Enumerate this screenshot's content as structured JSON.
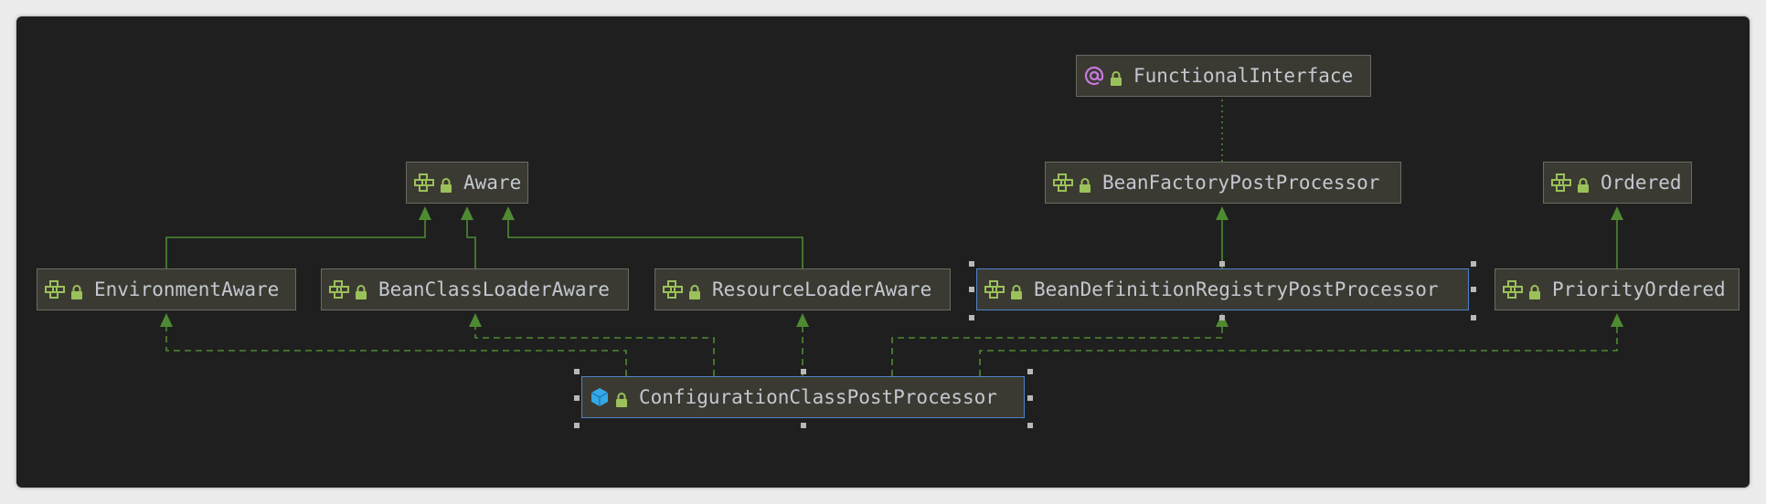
{
  "colors": {
    "background": "#1f1f1f",
    "node_fill": "#3b3a32",
    "node_border": "#6a6a62",
    "selected_border": "#4f82c9",
    "text": "#c3c8d0",
    "edge": "#4e8a32",
    "interface_icon": "#9bc15a",
    "annotation_icon": "#c679dd",
    "class_icon": "#35a8e8",
    "lock_icon": "#9bc15a"
  },
  "nodes": {
    "functional_interface": {
      "label": "FunctionalInterface",
      "kind": "annotation-icon"
    },
    "aware": {
      "label": "Aware",
      "kind": "interface-icon"
    },
    "bean_factory_post_processor": {
      "label": "BeanFactoryPostProcessor",
      "kind": "interface-icon"
    },
    "ordered": {
      "label": "Ordered",
      "kind": "interface-icon"
    },
    "environment_aware": {
      "label": "EnvironmentAware",
      "kind": "interface-icon"
    },
    "bean_class_loader_aware": {
      "label": "BeanClassLoaderAware",
      "kind": "interface-icon"
    },
    "resource_loader_aware": {
      "label": "ResourceLoaderAware",
      "kind": "interface-icon"
    },
    "bean_definition_registry_post_processor": {
      "label": "BeanDefinitionRegistryPostProcessor",
      "kind": "interface-icon",
      "selected": true
    },
    "priority_ordered": {
      "label": "PriorityOrdered",
      "kind": "interface-icon"
    },
    "configuration_class_post_processor": {
      "label": "ConfigurationClassPostProcessor",
      "kind": "class-icon",
      "selected": true
    }
  },
  "relations": [
    {
      "from": "environment_aware",
      "to": "aware",
      "type": "extends"
    },
    {
      "from": "bean_class_loader_aware",
      "to": "aware",
      "type": "extends"
    },
    {
      "from": "resource_loader_aware",
      "to": "aware",
      "type": "extends"
    },
    {
      "from": "bean_definition_registry_post_processor",
      "to": "bean_factory_post_processor",
      "type": "extends"
    },
    {
      "from": "priority_ordered",
      "to": "ordered",
      "type": "extends"
    },
    {
      "from": "bean_factory_post_processor",
      "to": "functional_interface",
      "type": "annotated-by"
    },
    {
      "from": "configuration_class_post_processor",
      "to": "environment_aware",
      "type": "implements"
    },
    {
      "from": "configuration_class_post_processor",
      "to": "bean_class_loader_aware",
      "type": "implements"
    },
    {
      "from": "configuration_class_post_processor",
      "to": "resource_loader_aware",
      "type": "implements"
    },
    {
      "from": "configuration_class_post_processor",
      "to": "bean_definition_registry_post_processor",
      "type": "implements"
    },
    {
      "from": "configuration_class_post_processor",
      "to": "priority_ordered",
      "type": "implements"
    }
  ]
}
